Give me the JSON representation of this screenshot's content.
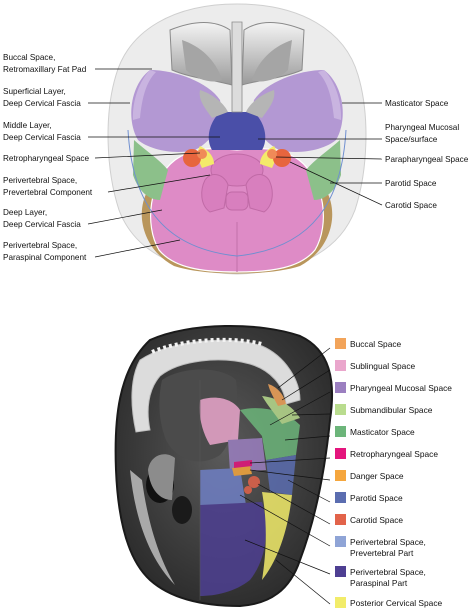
{
  "top_figure": {
    "left_labels": [
      {
        "line1": "Buccal Space,",
        "line2": "Retromaxillary Fat Pad"
      },
      {
        "line1": "Superficial Layer,",
        "line2": "Deep Cervical Fascia"
      },
      {
        "line1": "Middle Layer,",
        "line2": "Deep Cervical Fascia"
      },
      {
        "line1": "Retropharyngeal Space",
        "line2": ""
      },
      {
        "line1": "Perivertebral Space,",
        "line2": "Prevertebral Component"
      },
      {
        "line1": "Deep Layer,",
        "line2": "Deep Cervical Fascia"
      },
      {
        "line1": "Perivertebral Space,",
        "line2": "Paraspinal Component"
      }
    ],
    "right_labels": [
      {
        "line1": "Masticator Space",
        "line2": ""
      },
      {
        "line1": "Pharyngeal Mucosal",
        "line2": "Space/surface"
      },
      {
        "line1": "Parapharyngeal Space",
        "line2": ""
      },
      {
        "line1": "Parotid Space",
        "line2": ""
      },
      {
        "line1": "Carotid Space",
        "line2": ""
      }
    ]
  },
  "legend": [
    {
      "label": "Buccal Space",
      "color": "#f2a45a"
    },
    {
      "label": "Sublingual Space",
      "color": "#eaa6cc"
    },
    {
      "label": "Pharyngeal Mucosal Space",
      "color": "#9b7fc0"
    },
    {
      "label": "Submandibular Space",
      "color": "#b9dc8e"
    },
    {
      "label": "Masticator Space",
      "color": "#6cb57a"
    },
    {
      "label": "Retropharyngeal Space",
      "color": "#e4157d"
    },
    {
      "label": "Danger Space",
      "color": "#f5a63d"
    },
    {
      "label": "Parotid Space",
      "color": "#5b6db0"
    },
    {
      "label": "Carotid Space",
      "color": "#e2634a"
    },
    {
      "label": "Perivertebral Space,",
      "label2": "Prevertebral Part",
      "color": "#8fa4d6"
    },
    {
      "label": "Perivertebral Space,",
      "label2": "Paraspinal Part",
      "color": "#4e3f92"
    },
    {
      "label": "Posterior Cervical Space",
      "color": "#f2ec6a"
    }
  ]
}
